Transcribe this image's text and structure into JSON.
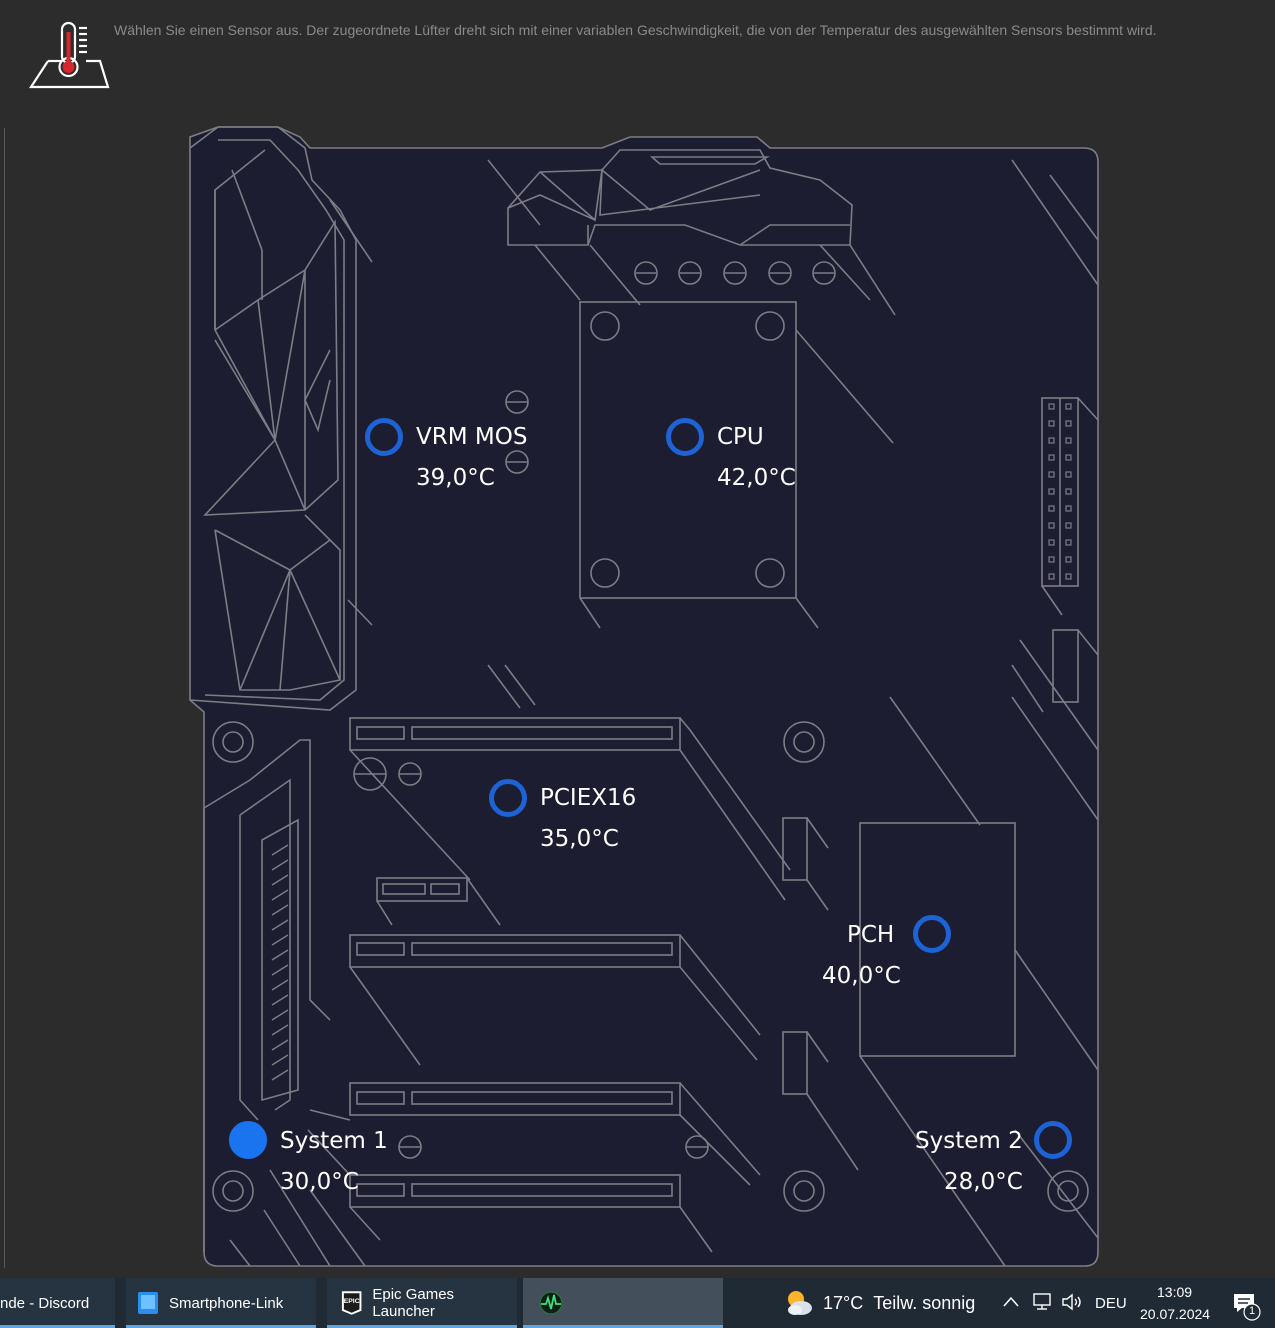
{
  "header": {
    "hint": "Wählen Sie einen Sensor aus. Der zugeordnete Lüfter dreht sich mit einer variablen Geschwindigkeit, die von der Temperatur des ausgewählten Sensors bestimmt wird.",
    "icon": "thermometer-icon"
  },
  "sensors": [
    {
      "id": "vrm",
      "name": "VRM MOS",
      "temp": "39,0°C",
      "selected": false
    },
    {
      "id": "cpu",
      "name": "CPU",
      "temp": "42,0°C",
      "selected": false
    },
    {
      "id": "pciex16",
      "name": "PCIEX16",
      "temp": "35,0°C",
      "selected": false
    },
    {
      "id": "pch",
      "name": "PCH",
      "temp": "40,0°C",
      "selected": false
    },
    {
      "id": "system1",
      "name": "System 1",
      "temp": "30,0°C",
      "selected": true
    },
    {
      "id": "system2",
      "name": "System 2",
      "temp": "28,0°C",
      "selected": false
    }
  ],
  "colors": {
    "board_bg": "#1c1d30",
    "board_line": "#7d7d86",
    "sensor_ring": "#1e63d6",
    "sensor_selected": "#1a74f0",
    "taskbar_bg": "#1f2a35"
  },
  "taskbar": {
    "apps": [
      {
        "label": "nde - Discord",
        "icon": "discord-icon"
      },
      {
        "label": "Smartphone-Link",
        "icon": "smartphone-link-icon"
      },
      {
        "label": "Epic Games Launcher",
        "icon": "epic-games-icon"
      },
      {
        "label": "",
        "icon": "activity-monitor-icon"
      }
    ],
    "weather": {
      "temp": "17°C",
      "desc": "Teilw. sonnig",
      "icon": "weather-partly-sunny-icon"
    },
    "lang": "DEU",
    "time": "13:09",
    "date": "20.07.2024",
    "notification_count": "1"
  }
}
